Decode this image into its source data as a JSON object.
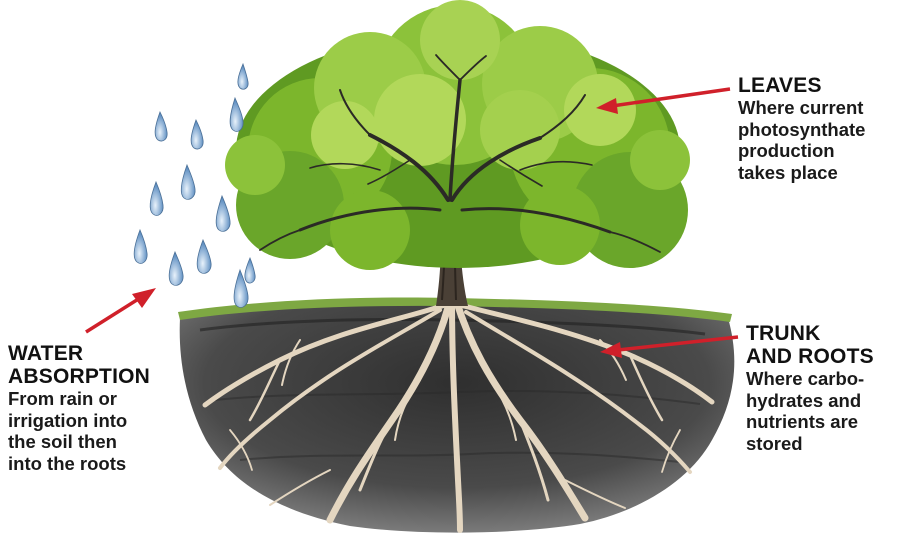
{
  "labels": {
    "leaves": {
      "title": "LEAVES",
      "lines": [
        "Where current",
        "photosynthate",
        "production",
        "takes place"
      ]
    },
    "water": {
      "title_lines": [
        "WATER",
        "ABSORPTION"
      ],
      "lines": [
        "From rain or",
        "irrigation into",
        "the soil then",
        "into the roots"
      ]
    },
    "trunk": {
      "title_lines": [
        "TRUNK",
        "AND ROOTS"
      ],
      "lines": [
        "Where carbo-",
        "hydrates and",
        "nutrients are",
        "stored"
      ]
    }
  },
  "colors": {
    "arrow": "#d0202a",
    "canopy_dark": "#4e8a1e",
    "canopy_mid": "#7cb62c",
    "canopy_light": "#b2d85a",
    "soil": "#3f3f3f",
    "roots": "#e4d6c0",
    "trunk": "#4a4036",
    "rain": "#8fb6d8",
    "grass": "#7ea843"
  }
}
